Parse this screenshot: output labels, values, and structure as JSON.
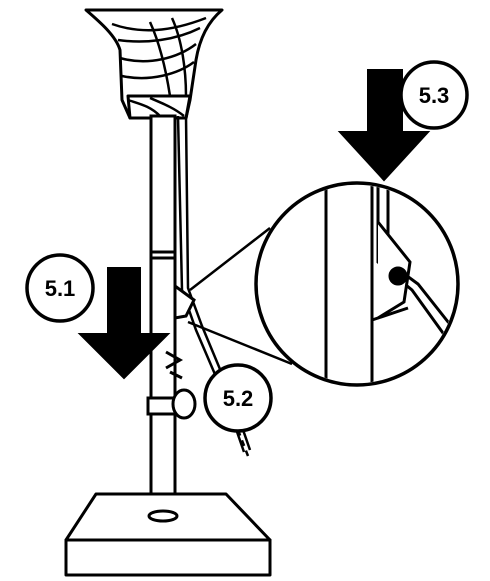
{
  "steps": [
    {
      "id": "5.1",
      "label": "5.1"
    },
    {
      "id": "5.2",
      "label": "5.2"
    },
    {
      "id": "5.3",
      "label": "5.3"
    }
  ],
  "colors": {
    "ink": "#000000",
    "paper": "#ffffff"
  },
  "icons": {
    "arrow_5_1": "down-arrow-icon",
    "arrow_5_3": "down-arrow-icon",
    "detail": "magnifier-detail-circle"
  }
}
